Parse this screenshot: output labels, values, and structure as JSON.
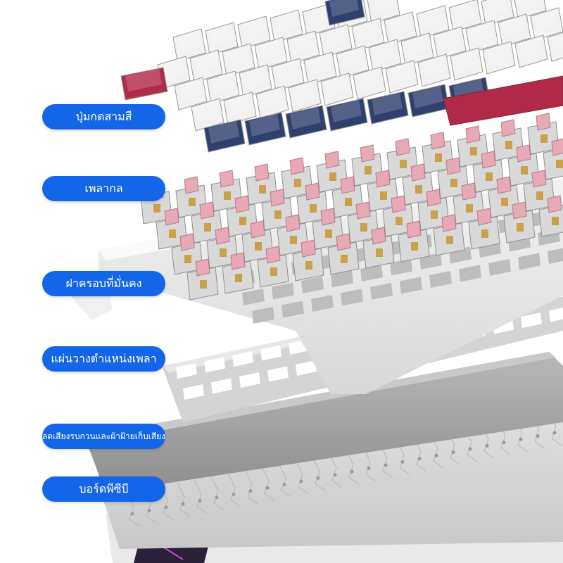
{
  "scene": {
    "subject": "exploded-keyboard-layers",
    "colors": {
      "label_bg": "#1466e8",
      "label_text": "#ffffff",
      "keycap_white": "#f2f2f2",
      "keycap_navy": "#2f3f6e",
      "keycap_crimson": "#b22a4a",
      "switch_stem_pink": "#e7a9b6",
      "case_gray": "#e6e6e6",
      "plate_gray": "#cfcfcf",
      "pcb_gray": "#d9d9d9"
    }
  },
  "labels": [
    {
      "id": "keycaps",
      "text": "ปุ่มกดสามสี"
    },
    {
      "id": "switches",
      "text": "เพลากล"
    },
    {
      "id": "top-case",
      "text": "ฝาครอบที่มั่นคง"
    },
    {
      "id": "positioning-plate",
      "text": "แผ่นวางตำแหน่งเพลา"
    },
    {
      "id": "sound-dampening",
      "text": "ลดเสียงรบกวนและผ้าฝ้ายเก็บเสียง"
    },
    {
      "id": "pcb",
      "text": "บอร์ดพีซีบี"
    }
  ]
}
